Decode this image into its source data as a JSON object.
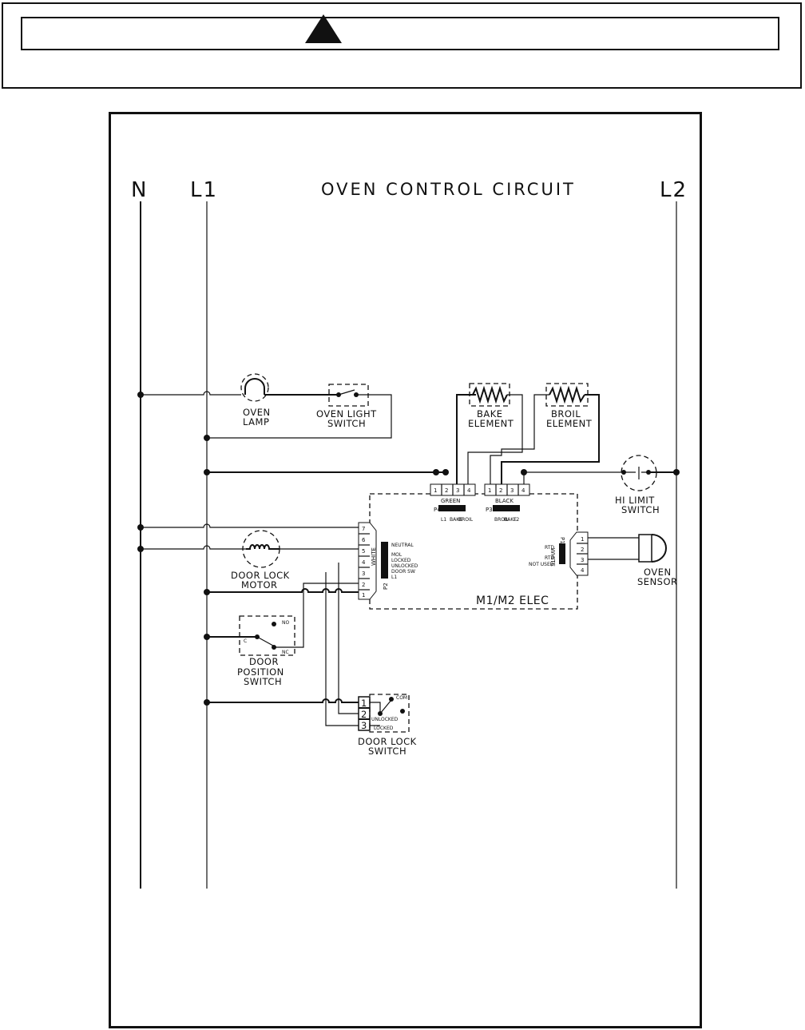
{
  "header": {
    "warning_symbol": "warning-triangle"
  },
  "diagram": {
    "title": "OVEN CONTROL CIRCUIT",
    "buses": {
      "n": "N",
      "l1": "L1",
      "l2": "L2"
    },
    "components": {
      "oven_lamp": [
        "OVEN",
        "LAMP"
      ],
      "oven_light_switch": [
        "OVEN LIGHT",
        "SWITCH"
      ],
      "bake_element": [
        "BAKE",
        "ELEMENT"
      ],
      "broil_element": [
        "BROIL",
        "ELEMENT"
      ],
      "hi_limit_switch": [
        "HI LIMIT",
        "SWITCH"
      ],
      "door_lock_motor": [
        "DOOR LOCK",
        "MOTOR"
      ],
      "door_position_switch": [
        "DOOR",
        "POSITION",
        "SWITCH"
      ],
      "door_lock_switch": [
        "DOOR LOCK",
        "SWITCH"
      ],
      "oven_sensor": [
        "OVEN",
        "SENSOR"
      ],
      "control_board": "M1/M2 ELEC"
    },
    "connectors": {
      "p4": {
        "id": "P4",
        "color": "GREEN",
        "pins": [
          "1",
          "2",
          "3",
          "4"
        ],
        "functions": [
          "L1",
          "BAKE",
          "BROIL"
        ]
      },
      "p3": {
        "id": "P3",
        "color": "BLACK",
        "pins": [
          "1",
          "2",
          "3",
          "4"
        ],
        "functions": [
          "BROIL",
          "BAKE",
          "L2"
        ]
      },
      "p2": {
        "id": "P2",
        "color": "WHITE",
        "pins": [
          "1",
          "2",
          "3",
          "4",
          "5",
          "6",
          "7"
        ],
        "functions": [
          "NEUTRAL",
          "MOL",
          "LOCKED",
          "UNLOCKED",
          "DOOR SW",
          "L1"
        ]
      },
      "p1": {
        "id": "P1",
        "color": "WHITE",
        "pins": [
          "1",
          "2",
          "3",
          "4"
        ],
        "functions": [
          "RTD",
          "RTD",
          "NOT USED"
        ]
      }
    },
    "switch_terminals": {
      "door_position": {
        "common": "C",
        "no": "NO",
        "nc": "NC"
      },
      "door_lock": {
        "pins": [
          "1",
          "2",
          "3"
        ],
        "com": "COM",
        "unlocked": "UNLOCKED",
        "locked": "LOCKED"
      }
    }
  }
}
